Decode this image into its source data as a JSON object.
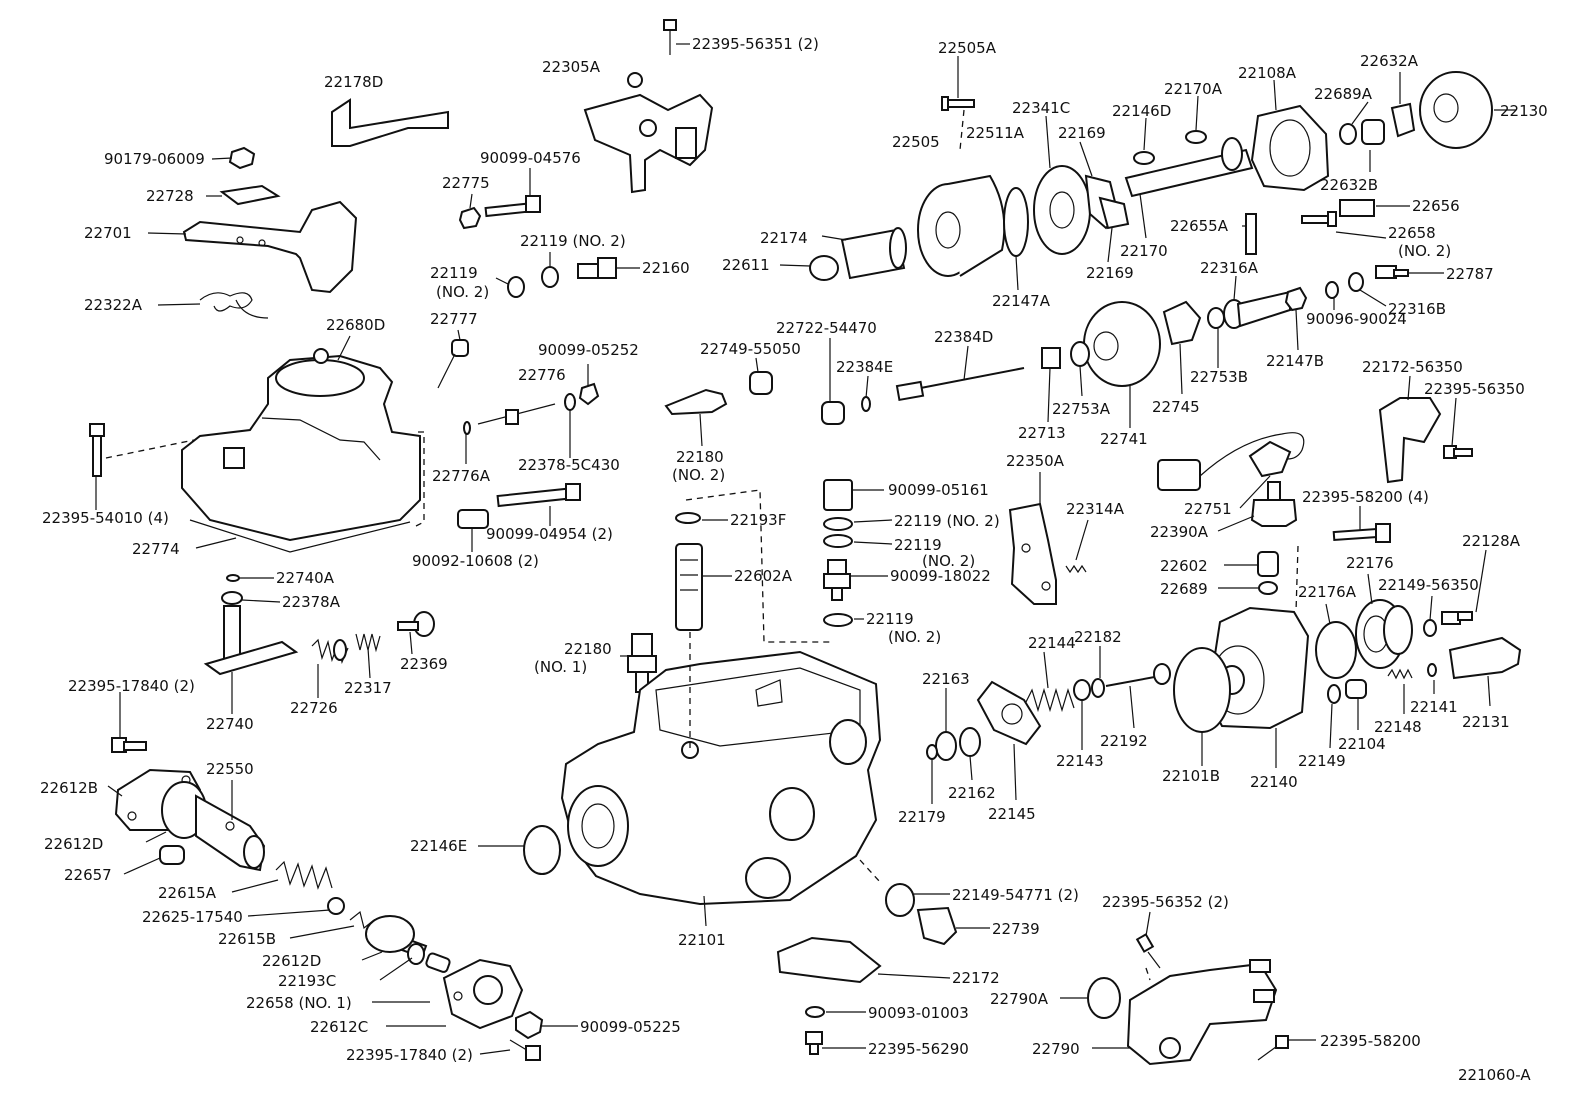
{
  "diagram_id": "221060-A",
  "labels": {
    "l_22395_56351": "22395-56351 (2)",
    "l_22305A": "22305A",
    "l_22178D": "22178D",
    "l_90179_06009": "90179-06009",
    "l_22728": "22728",
    "l_22701": "22701",
    "l_22322A": "22322A",
    "l_22680D": "22680D",
    "l_22395_54010": "22395-54010 (4)",
    "l_22774": "22774",
    "l_22775": "22775",
    "l_90099_04576": "90099-04576",
    "l_22119_no2_a": "22119 (NO. 2)",
    "l_22119_a": "22119",
    "l_no2_a": "(NO. 2)",
    "l_22160": "22160",
    "l_22777": "22777",
    "l_90099_05252": "90099-05252",
    "l_22776": "22776",
    "l_22776A": "22776A",
    "l_22378_5C430": "22378-5C430",
    "l_90099_04954": "90099-04954 (2)",
    "l_90092_10608": "90092-10608 (2)",
    "l_22740A": "22740A",
    "l_22378A": "22378A",
    "l_22395_17840_a": "22395-17840 (2)",
    "l_22740": "22740",
    "l_22726": "22726",
    "l_22317": "22317",
    "l_22369": "22369",
    "l_22612B": "22612B",
    "l_22550": "22550",
    "l_22612D_a": "22612D",
    "l_22657": "22657",
    "l_22615A": "22615A",
    "l_22625_17540": "22625-17540",
    "l_22615B": "22615B",
    "l_22612D_b": "22612D",
    "l_22193C": "22193C",
    "l_22658_no1": "22658 (NO. 1)",
    "l_22612C": "22612C",
    "l_90099_05225": "90099-05225",
    "l_22395_17840_b": "22395-17840 (2)",
    "l_22505A": "22505A",
    "l_22341C": "22341C",
    "l_22505": "22505",
    "l_22511A": "22511A",
    "l_22169_a": "22169",
    "l_22146D": "22146D",
    "l_22170A": "22170A",
    "l_22108A": "22108A",
    "l_22689A": "22689A",
    "l_22632A": "22632A",
    "l_22130": "22130",
    "l_22632B": "22632B",
    "l_22656": "22656",
    "l_22655A": "22655A",
    "l_22658_no2": "22658",
    "l_no2_b": "(NO. 2)",
    "l_22170": "22170",
    "l_22169_b": "22169",
    "l_22147A": "22147A",
    "l_22174": "22174",
    "l_22611": "22611",
    "l_22787": "22787",
    "l_22316A": "22316A",
    "l_22316B": "22316B",
    "l_90096_90024": "90096-90024",
    "l_22147B": "22147B",
    "l_22753B": "22753B",
    "l_22745": "22745",
    "l_22741": "22741",
    "l_22753A": "22753A",
    "l_22713": "22713",
    "l_22384D": "22384D",
    "l_22384E": "22384E",
    "l_22722_54470": "22722-54470",
    "l_22749_55050": "22749-55050",
    "l_22180_no2": "22180",
    "l_no2_c": "(NO. 2)",
    "l_22172_56350": "22172-56350",
    "l_22395_56350": "22395-56350",
    "l_22751": "22751",
    "l_22390A": "22390A",
    "l_22602": "22602",
    "l_22689": "22689",
    "l_22350A": "22350A",
    "l_22314A": "22314A",
    "l_90099_05161": "90099-05161",
    "l_22119_no2_b": "22119 (NO. 2)",
    "l_22119_b": "22119",
    "l_no2_d": "(NO. 2)",
    "l_90099_18022": "90099-18022",
    "l_22119_c": "22119",
    "l_no2_e": "(NO. 2)",
    "l_22193F": "22193F",
    "l_22602A": "22602A",
    "l_22180_no1": "22180",
    "l_no1": "(NO. 1)",
    "l_22395_58200_4": "22395-58200 (4)",
    "l_22176": "22176",
    "l_22128A": "22128A",
    "l_22176A": "22176A",
    "l_22149_56350": "22149-56350",
    "l_22163": "22163",
    "l_22144": "22144",
    "l_22182": "22182",
    "l_22141": "22141",
    "l_22131": "22131",
    "l_22148": "22148",
    "l_22104": "22104",
    "l_22149": "22149",
    "l_22140": "22140",
    "l_22101B": "22101B",
    "l_22192": "22192",
    "l_22143": "22143",
    "l_22145": "22145",
    "l_22162": "22162",
    "l_22179": "22179",
    "l_22146E": "22146E",
    "l_22101": "22101",
    "l_22149_54771": "22149-54771 (2)",
    "l_22739": "22739",
    "l_22172": "22172",
    "l_90093_01003": "90093-01003",
    "l_22395_56290": "22395-56290",
    "l_22395_56352": "22395-56352 (2)",
    "l_22790A": "22790A",
    "l_22790": "22790",
    "l_22395_58200": "22395-58200"
  }
}
